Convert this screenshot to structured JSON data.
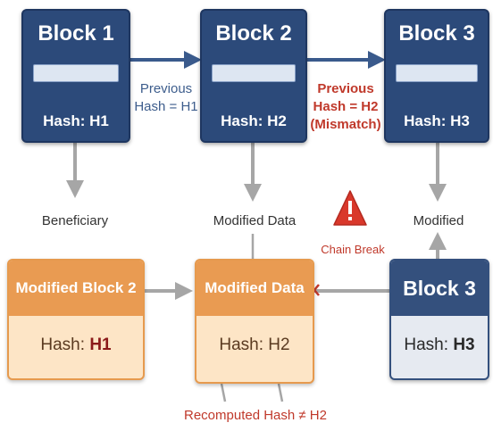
{
  "blocks": [
    {
      "title": "Block 1",
      "hash": "Hash: H1"
    },
    {
      "title": "Block 2",
      "hash": "Hash: H2"
    },
    {
      "title": "Block 3",
      "hash": "Hash: H3"
    }
  ],
  "links": {
    "prev_1": "Previous",
    "prev_2": "Hash = H1",
    "prev_mismatch_1": "Previous",
    "prev_mismatch_2": "Hash = H2",
    "prev_mismatch_3": "(Mismatch)"
  },
  "labels": {
    "beneficiary": "Beneficiary",
    "modified_data": "Modified Data",
    "modified": "Modified",
    "chain_break": "Chain Break",
    "recomputed": "Recomputed Hash ≠ H2"
  },
  "bottom": {
    "modified_block": {
      "title": "Modified Block 2",
      "hash_label": "Hash:",
      "hash_value": "H1"
    },
    "modified_data": {
      "title": "Modified Data",
      "hash": "Hash: H2"
    },
    "block3": {
      "title": "Block 3",
      "hash_label": "Hash:",
      "hash_value": "H3"
    }
  },
  "icons": {
    "warning": "warning-triangle-icon",
    "break": "break-x-icon"
  },
  "colors": {
    "navy": "#2c4a7a",
    "orange": "#e99b52",
    "alert_red": "#c0392b",
    "arrow_gray": "#a6a6a6"
  }
}
